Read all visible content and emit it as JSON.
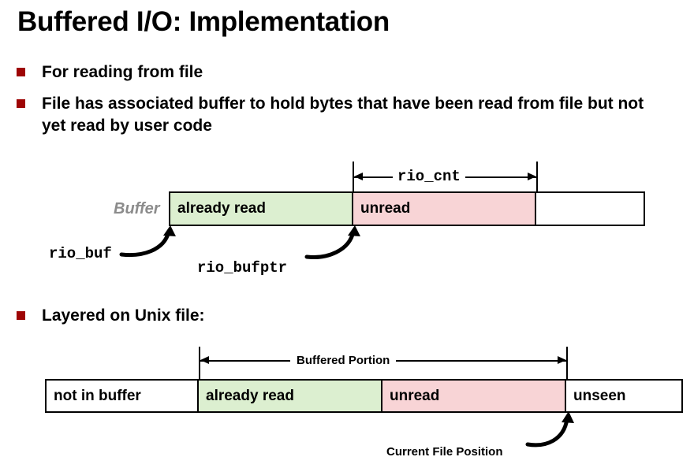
{
  "slide": {
    "title": "Buffered I/O: Implementation",
    "bullets": [
      {
        "text": "For reading from file"
      },
      {
        "text": "File has associated buffer to hold bytes that have been read from file but not yet read by user code"
      },
      {
        "text": "Layered on Unix file:"
      }
    ]
  },
  "colors": {
    "bullet_marker": "#9E0505",
    "already_read_fill": "#DCEFD0",
    "unread_fill": "#F8D4D6",
    "empty_fill": "#FFFFFF",
    "outline": "#000000",
    "buffer_label_gray": "#8C8C8C"
  },
  "buffer_diagram": {
    "side_label": "Buffer",
    "segments": [
      {
        "name": "already-read",
        "label": "already read",
        "fill": "#DCEFD0"
      },
      {
        "name": "unread",
        "label": "unread",
        "fill": "#F8D4D6"
      },
      {
        "name": "empty",
        "label": "",
        "fill": "#FFFFFF"
      }
    ],
    "dimension": {
      "label": "rio_cnt"
    },
    "pointers": [
      {
        "name": "rio-buf",
        "label": "rio_buf"
      },
      {
        "name": "rio-bufptr",
        "label": "rio_bufptr"
      }
    ]
  },
  "file_diagram": {
    "segments": [
      {
        "name": "not-in-buffer",
        "label": "not in buffer",
        "fill": "#FFFFFF"
      },
      {
        "name": "already-read",
        "label": "already read",
        "fill": "#DCEFD0"
      },
      {
        "name": "unread",
        "label": "unread",
        "fill": "#F8D4D6"
      },
      {
        "name": "unseen",
        "label": "unseen",
        "fill": "#FFFFFF"
      }
    ],
    "dimension": {
      "label": "Buffered Portion"
    },
    "annotation": {
      "label": "Current File Position"
    }
  }
}
